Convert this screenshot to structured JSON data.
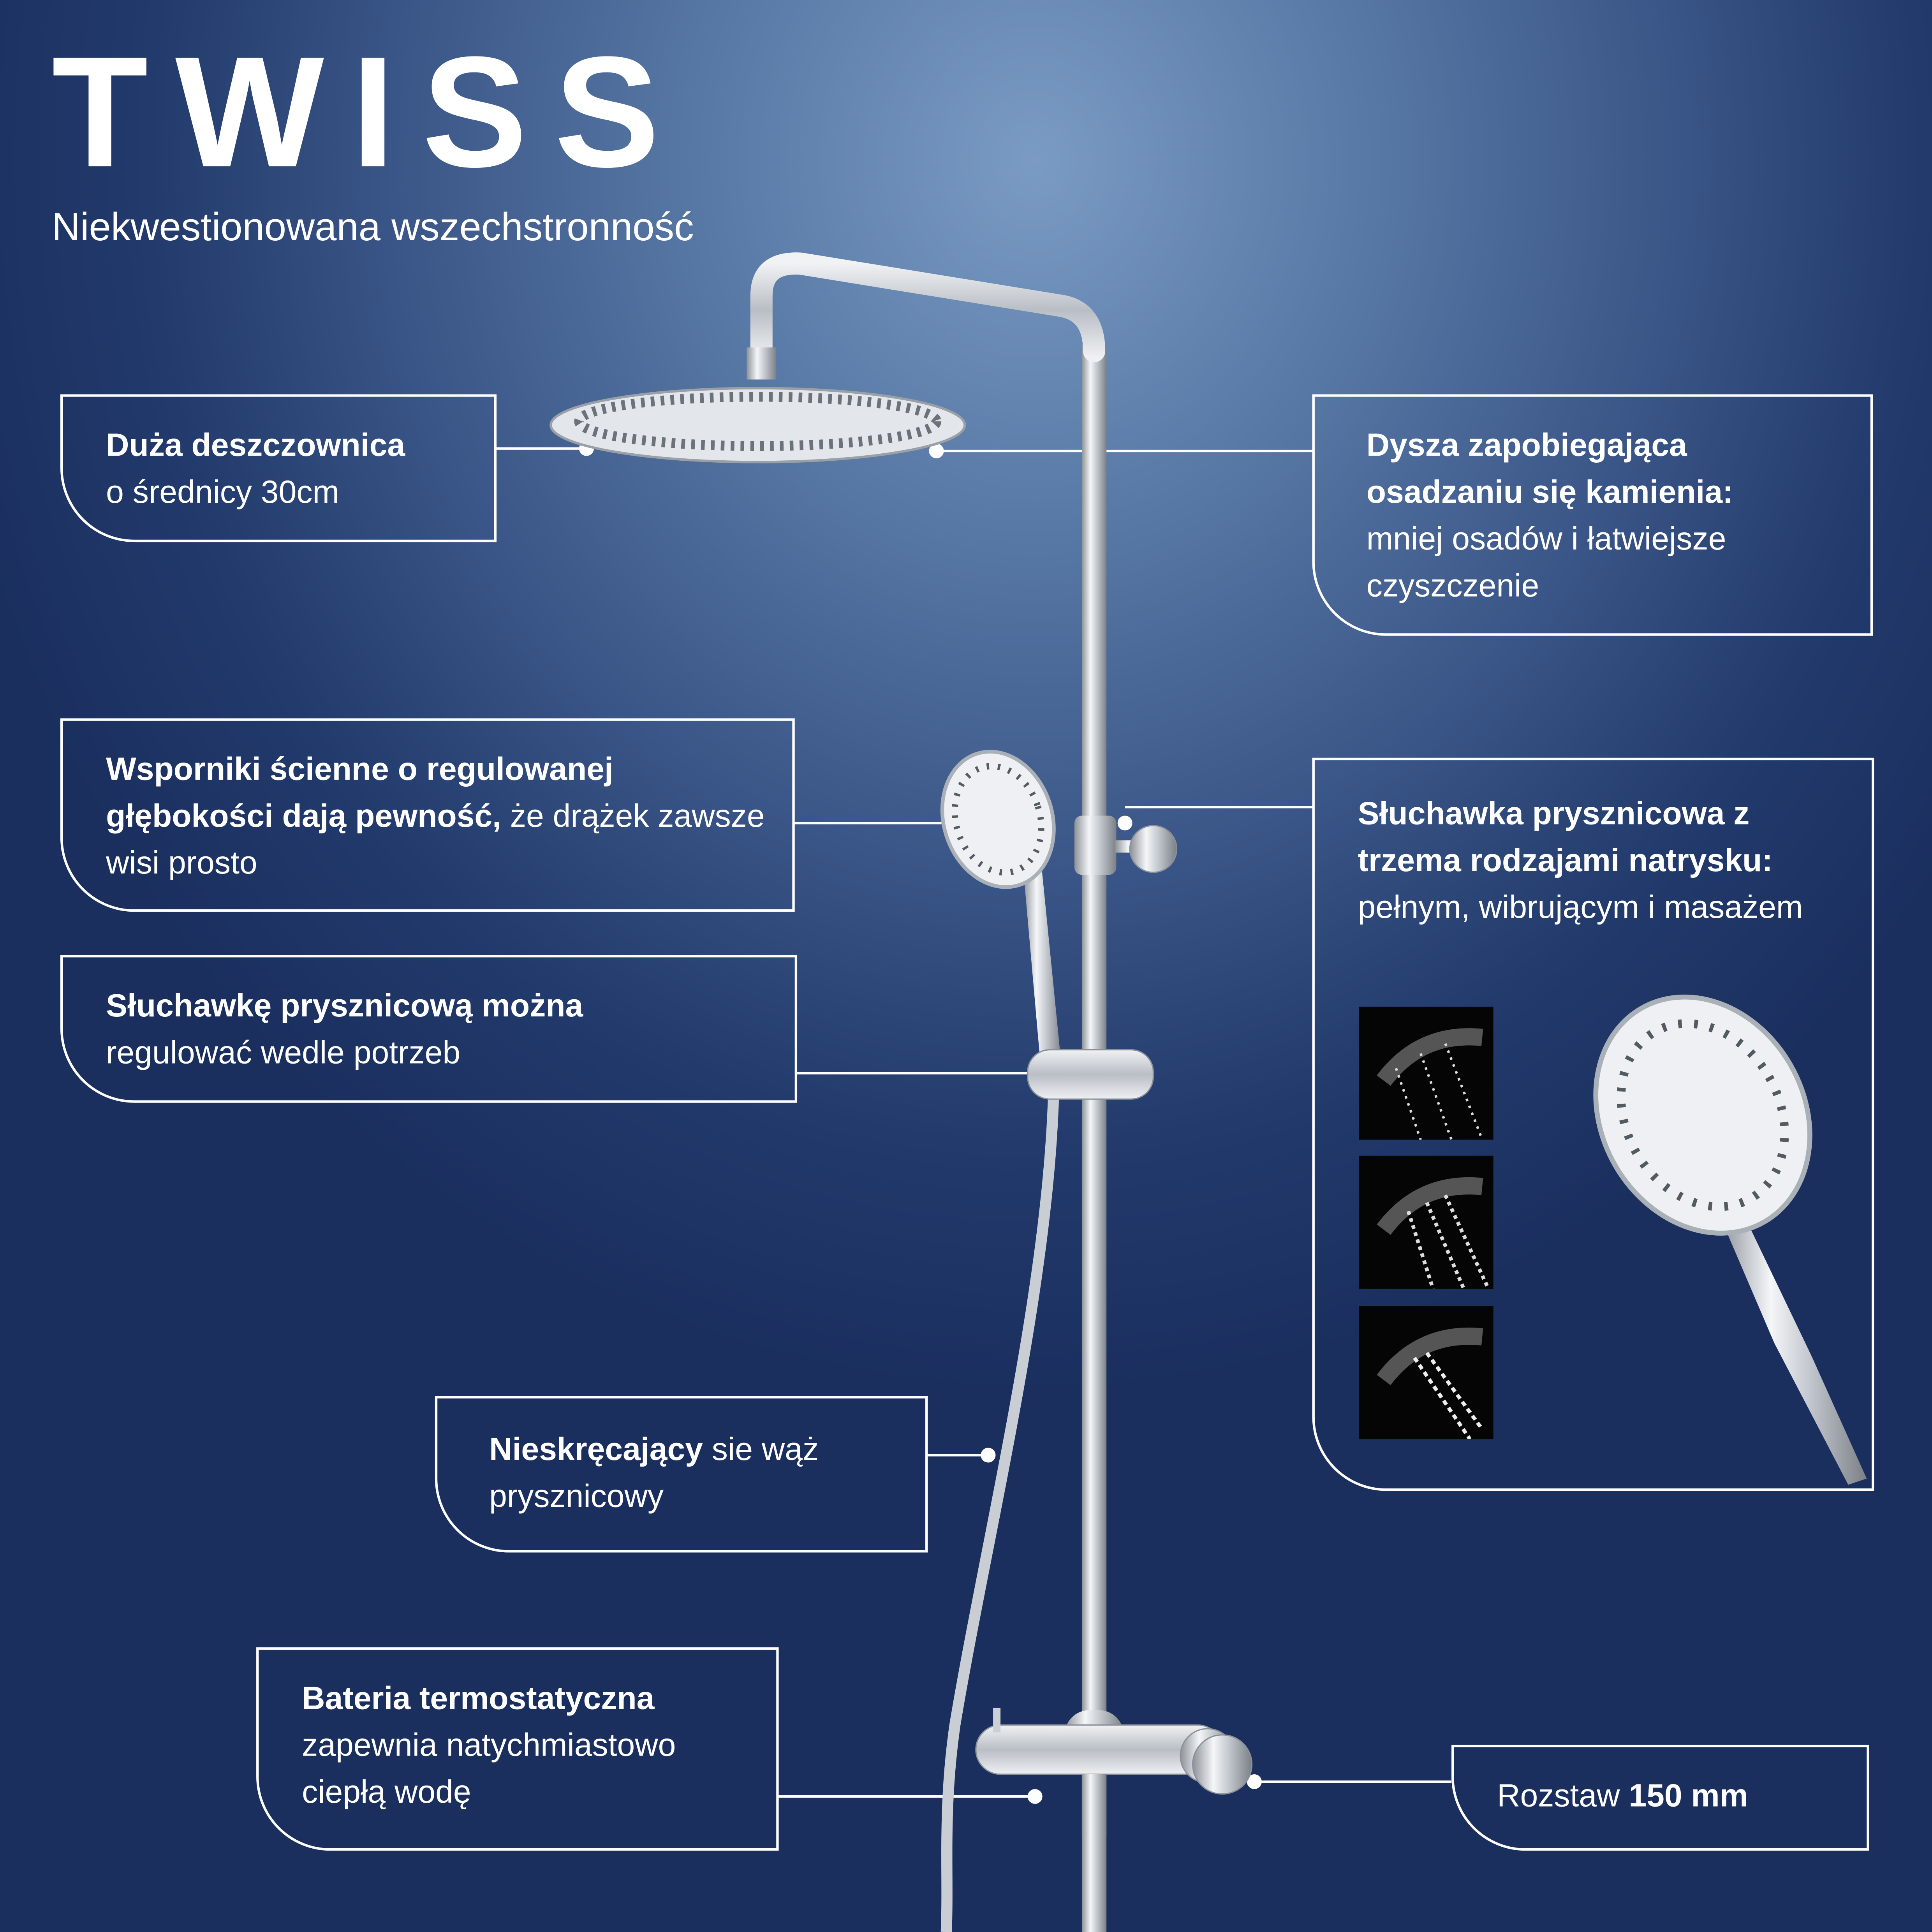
{
  "brand": {
    "title": "TWISS",
    "subtitle": "Niekwestionowana wszechstronność"
  },
  "features": {
    "rain_head": {
      "bold": "Duża deszczownica",
      "text": "o średnicy 30cm"
    },
    "nozzle": {
      "bold": "Dysza zapobiegająca osadzaniu się kamienia:",
      "text": "mniej osadów i łatwiejsze czyszczenie"
    },
    "brackets": {
      "bold": "Wsporniki ścienne o regulowanej głębokości dają pewność,",
      "text": " że drążek zawsze wisi prosto"
    },
    "handshower_adjust": {
      "bold": "Słuchawkę prysznicową można",
      "text": "regulować wedle potrzeb"
    },
    "handshower_modes": {
      "bold": "Słuchawka prysznicowa z trzema rodzajami natrysku:",
      "text": "pełnym, wibrującym i masażem",
      "modes": [
        "pełny",
        "wibrujący",
        "masaż"
      ]
    },
    "hose": {
      "bold": "Nieskręcający",
      "text": " sie wąż prysznicowy"
    },
    "thermostat": {
      "bold": "Bateria termostatyczna",
      "text": "zapewnia natychmiastowo ciepłą wodę"
    },
    "spacing": {
      "text": "Rozstaw ",
      "bold": "150 mm"
    }
  },
  "colors": {
    "background_light": "#7a9bc4",
    "background_dark": "#1a2f5e",
    "line": "#ffffff",
    "chrome": "#d9dde2"
  }
}
